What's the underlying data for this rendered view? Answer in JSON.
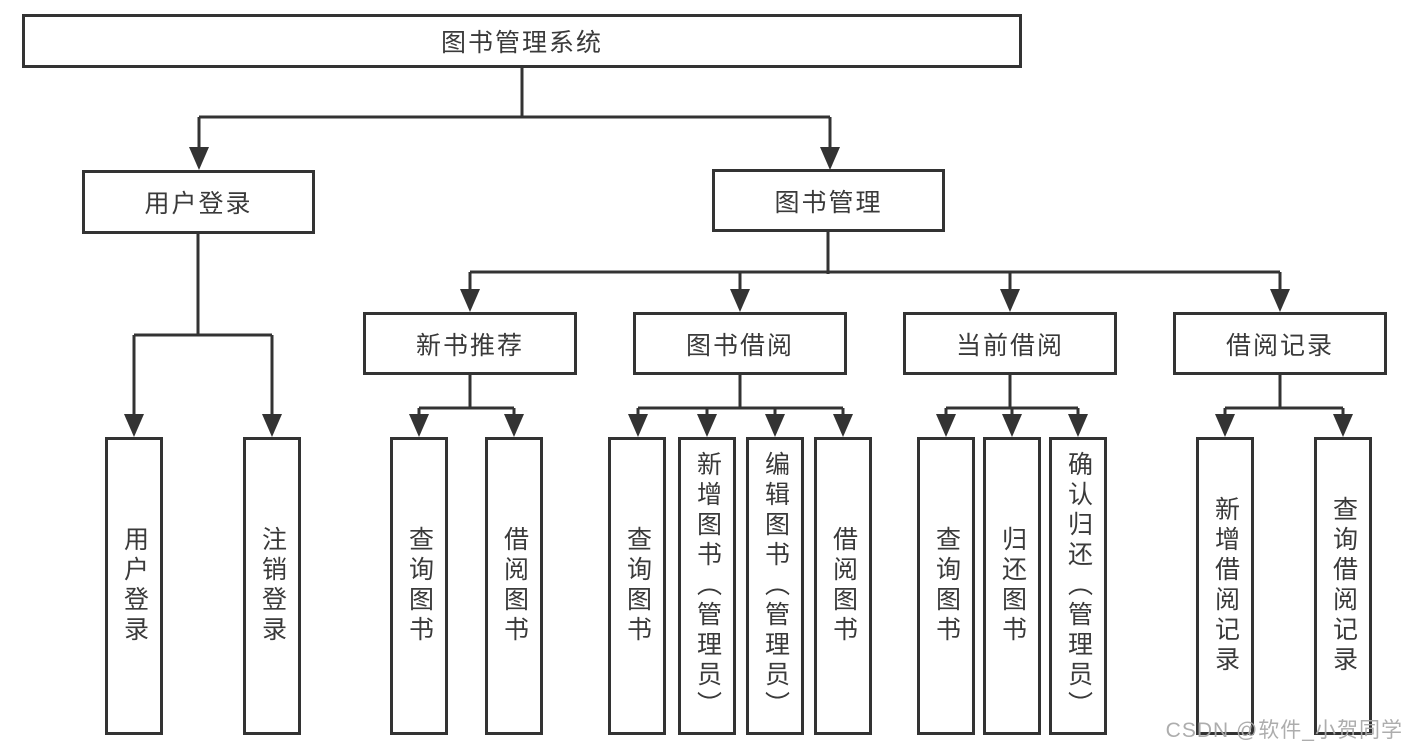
{
  "root": {
    "label": "图书管理系统"
  },
  "branches": [
    {
      "label": "用户登录",
      "leaves": [
        {
          "label": "用户登录"
        },
        {
          "label": "注销登录"
        }
      ]
    },
    {
      "label": "图书管理",
      "groups": [
        {
          "label": "新书推荐",
          "leaves": [
            {
              "label": "查询图书"
            },
            {
              "label": "借阅图书"
            }
          ]
        },
        {
          "label": "图书借阅",
          "leaves": [
            {
              "label": "查询图书"
            },
            {
              "label": "新增图书（管理员）"
            },
            {
              "label": "编辑图书（管理员）"
            },
            {
              "label": "借阅图书"
            }
          ]
        },
        {
          "label": "当前借阅",
          "leaves": [
            {
              "label": "查询图书"
            },
            {
              "label": "归还图书"
            },
            {
              "label": "确认归还（管理员）"
            }
          ]
        },
        {
          "label": "借阅记录",
          "leaves": [
            {
              "label": "新增借阅记录"
            },
            {
              "label": "查询借阅记录"
            }
          ]
        }
      ]
    }
  ],
  "watermark": {
    "text": "CSDN @软件_小贺同学"
  },
  "colors": {
    "line": "#333333",
    "text": "#3a3a3a",
    "box_bg": "#ffffff",
    "watermark": "#a9a9a9"
  }
}
